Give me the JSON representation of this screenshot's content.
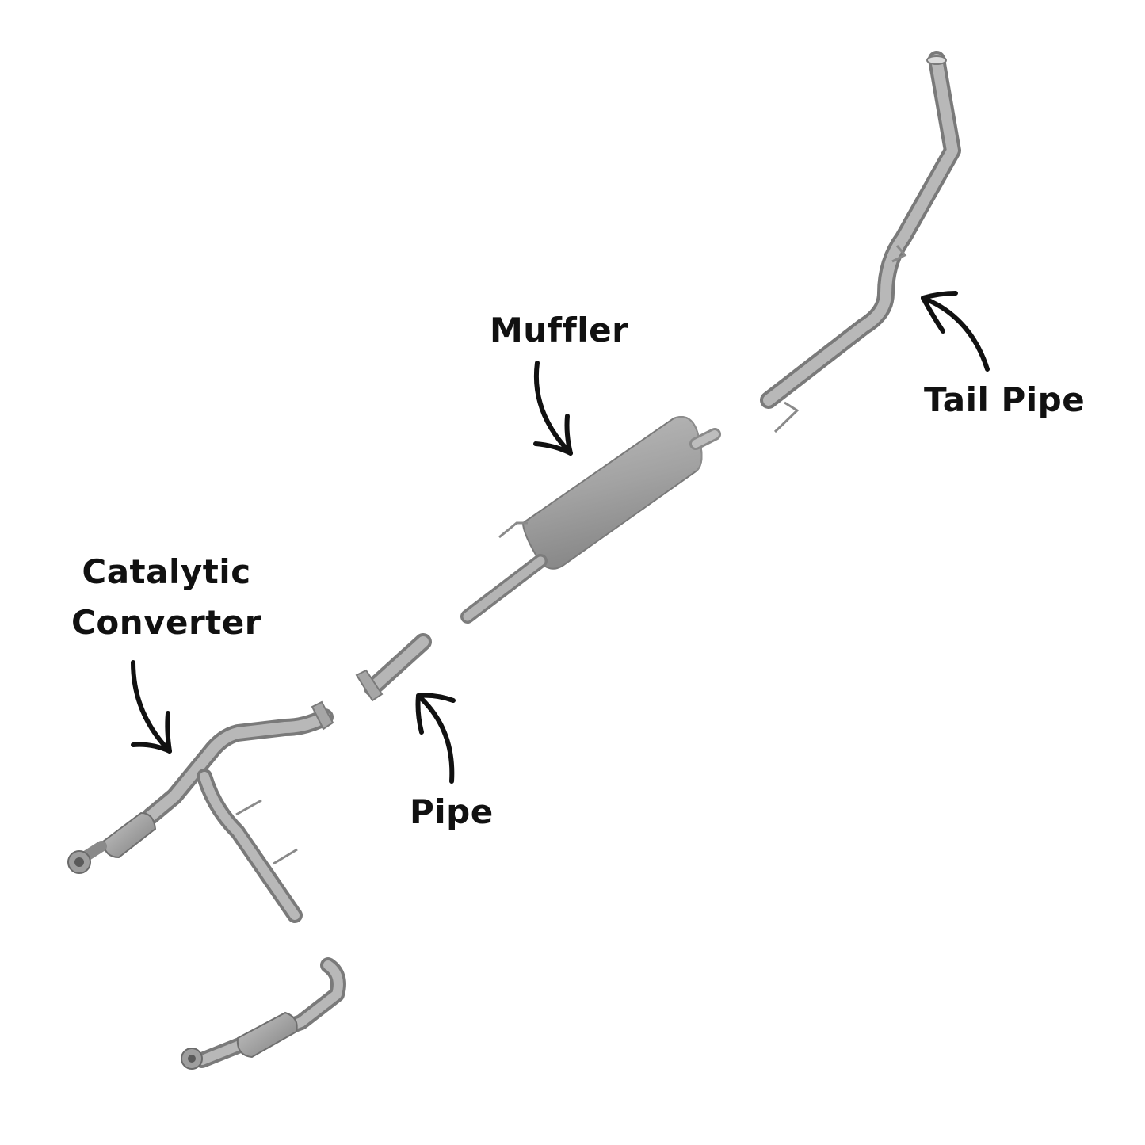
{
  "diagram": {
    "labels": {
      "muffler": "Muffler",
      "tail_pipe": "Tail Pipe",
      "catalytic_line1": "Catalytic",
      "catalytic_line2": "Converter",
      "pipe": "Pipe"
    },
    "colors": {
      "metal": "#9a9a9a",
      "metal_dark": "#6f6f6f",
      "metal_light": "#c4c4c4",
      "arrow": "#111111"
    }
  }
}
